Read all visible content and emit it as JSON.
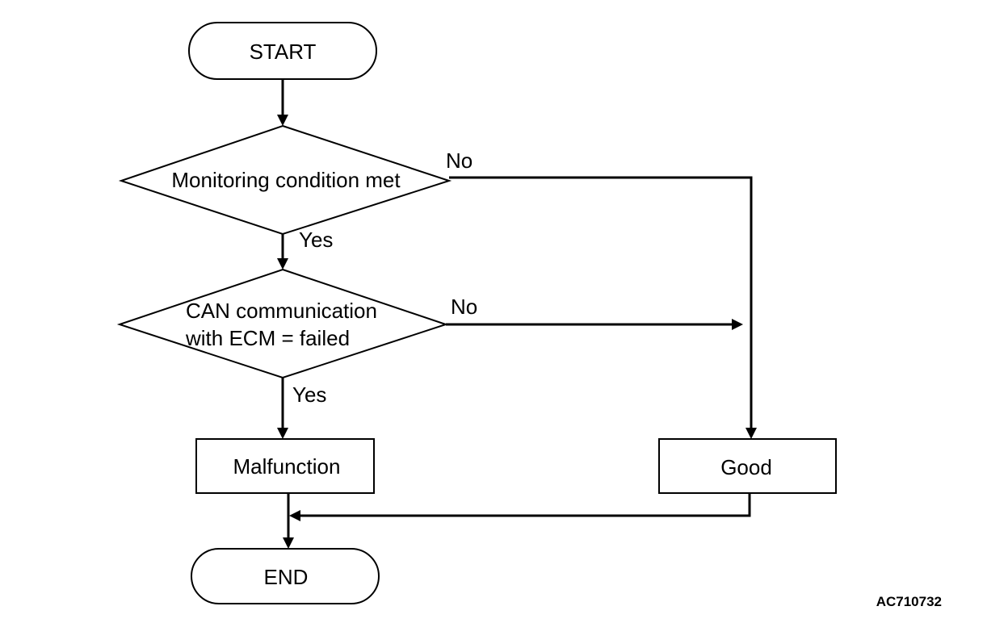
{
  "nodes": {
    "start": "START",
    "decision1": "Monitoring condition met",
    "decision2_line1": "CAN communication",
    "decision2_line2": "with ECM = failed",
    "malfunction": "Malfunction",
    "good": "Good",
    "end": "END"
  },
  "edges": {
    "d1_no": "No",
    "d1_yes": "Yes",
    "d2_no": "No",
    "d2_yes": "Yes"
  },
  "reference_code": "AC710732",
  "colors": {
    "stroke": "#000000",
    "fill": "#ffffff"
  }
}
